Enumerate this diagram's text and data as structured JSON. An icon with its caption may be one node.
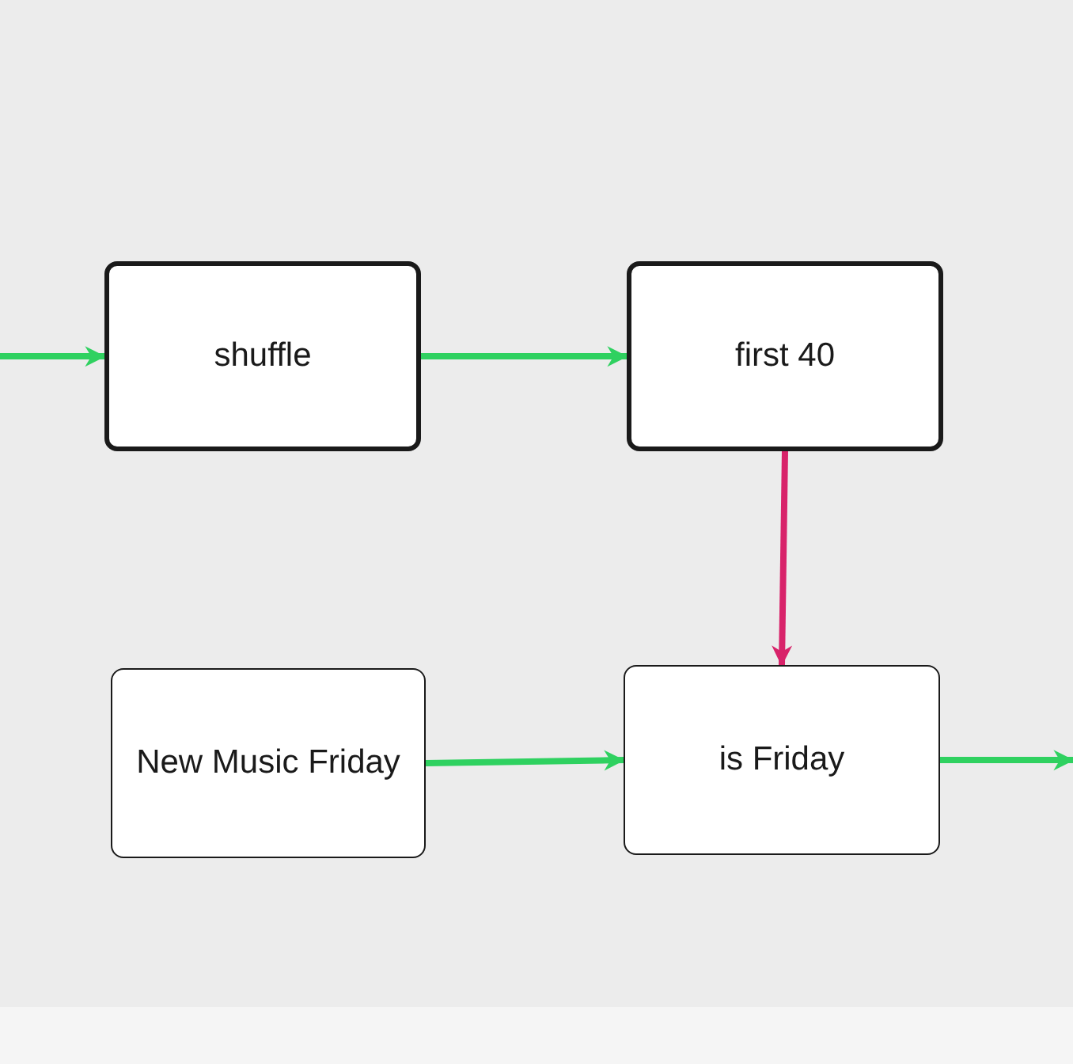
{
  "diagram": {
    "nodes": [
      {
        "text": [
          "shuffle"
        ]
      },
      {
        "text": [
          "first 40"
        ]
      },
      {
        "text": [
          "New Music Friday"
        ]
      },
      {
        "text": [
          "is Friday"
        ]
      }
    ],
    "edges": [
      {
        "from": null,
        "to": 0,
        "arrow": "to"
      },
      {
        "from": 0,
        "to": 1,
        "arrow": "to"
      },
      {
        "from": 1,
        "to": 3,
        "arrow": "to",
        "color": "#d8236a"
      },
      {
        "from": 2,
        "to": 3,
        "arrow": "to"
      },
      {
        "from": 3,
        "to": null,
        "arrow": "to"
      }
    ]
  }
}
